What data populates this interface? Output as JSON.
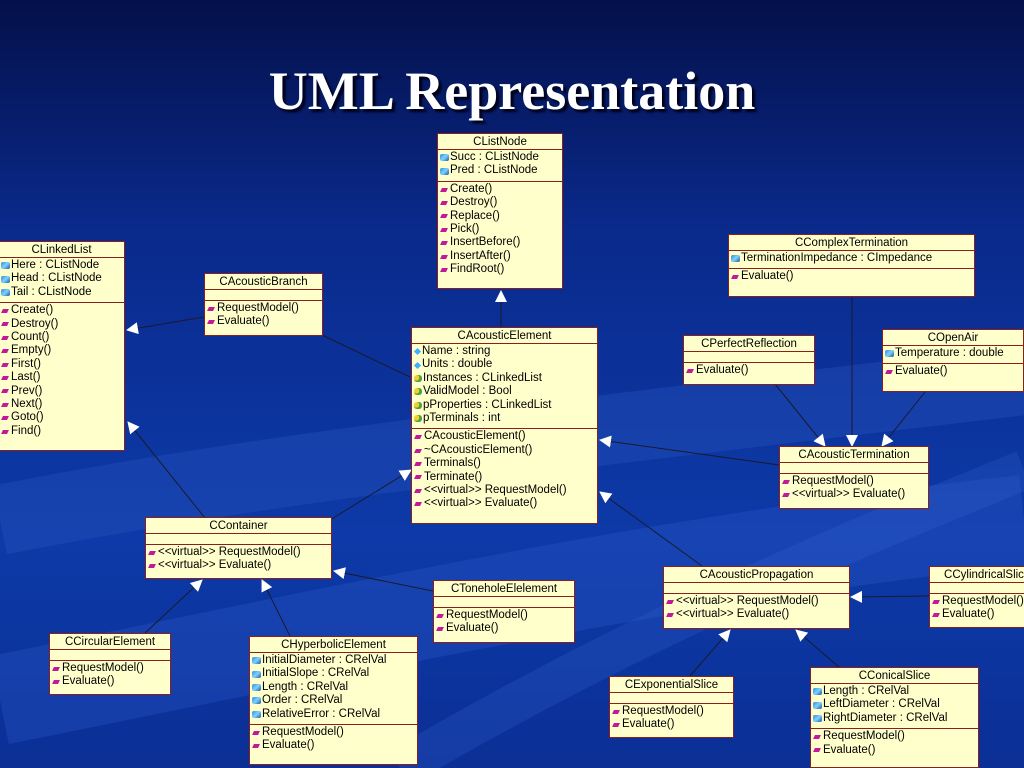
{
  "title": "UML Representation",
  "classes": {
    "clistnode": {
      "name": "CListNode",
      "attrs": [
        {
          "t": "Succ : CListNode",
          "i": "a"
        },
        {
          "t": "Pred : CListNode",
          "i": "a"
        }
      ],
      "methods": [
        "Create()",
        "Destroy()",
        "Replace()",
        "Pick()",
        "InsertBefore()",
        "InsertAfter()",
        "FindRoot()"
      ]
    },
    "clinkedlist": {
      "name": "CLinkedList",
      "attrs": [
        {
          "t": "Here : CListNode",
          "i": "a"
        },
        {
          "t": "Head : CListNode",
          "i": "a"
        },
        {
          "t": "Tail : CListNode",
          "i": "a"
        }
      ],
      "methods": [
        "Create()",
        "Destroy()",
        "Count()",
        "Empty()",
        "First()",
        "Last()",
        "Prev()",
        "Next()",
        "Goto()",
        "Find()"
      ]
    },
    "cacousticbranch": {
      "name": "CAcousticBranch",
      "attrs": [],
      "methods": [
        "RequestModel()",
        "Evaluate()"
      ]
    },
    "cacousticelement": {
      "name": "CAcousticElement",
      "attrs": [
        {
          "t": "Name : string",
          "i": "l"
        },
        {
          "t": "Units : double",
          "i": "l"
        },
        {
          "t": "Instances : CLinkedList",
          "i": "k"
        },
        {
          "t": "ValidModel : Bool",
          "i": "k"
        },
        {
          "t": "pProperties : CLinkedList",
          "i": "k"
        },
        {
          "t": "pTerminals : int",
          "i": "k"
        }
      ],
      "methods": [
        "CAcousticElement()",
        "~CAcousticElement()",
        "Terminals()",
        "Terminate()",
        "<<virtual>> RequestModel()",
        "<<virtual>> Evaluate()"
      ]
    },
    "ccomplextermination": {
      "name": "CComplexTermination",
      "attrs": [
        {
          "t": "TerminationImpedance : CImpedance",
          "i": "a"
        }
      ],
      "methods": [
        "Evaluate()"
      ]
    },
    "cperfectreflection": {
      "name": "CPerfectReflection",
      "attrs": [],
      "methods": [
        "Evaluate()"
      ]
    },
    "copenair": {
      "name": "COpenAir",
      "attrs": [
        {
          "t": "Temperature : double",
          "i": "a"
        }
      ],
      "methods": [
        "Evaluate()"
      ]
    },
    "cacoustictermination": {
      "name": "CAcousticTermination",
      "attrs": [],
      "methods": [
        "RequestModel()",
        "<<virtual>> Evaluate()"
      ]
    },
    "ccontainer": {
      "name": "CContainer",
      "attrs": [],
      "methods": [
        "<<virtual>> RequestModel()",
        "<<virtual>> Evaluate()"
      ]
    },
    "ctoneholeelement": {
      "name": "CToneholeElelement",
      "attrs": [],
      "methods": [
        "RequestModel()",
        "Evaluate()"
      ]
    },
    "cacousticpropagation": {
      "name": "CAcousticPropagation",
      "attrs": [],
      "methods": [
        "<<virtual>> RequestModel()",
        "<<virtual>> Evaluate()"
      ]
    },
    "ccylindricalslice": {
      "name": "CCylindricalSlic",
      "attrs": [],
      "methods": [
        "RequestModel()",
        "Evaluate()"
      ]
    },
    "ccircularelement": {
      "name": "CCircularElement",
      "attrs": [],
      "methods": [
        "RequestModel()",
        "Evaluate()"
      ]
    },
    "chyperbolicelement": {
      "name": "CHyperbolicElement",
      "attrs": [
        {
          "t": "InitialDiameter : CRelVal",
          "i": "a"
        },
        {
          "t": "InitialSlope : CRelVal",
          "i": "a"
        },
        {
          "t": "Length : CRelVal",
          "i": "a"
        },
        {
          "t": "Order : CRelVal",
          "i": "a"
        },
        {
          "t": "RelativeError : CRelVal",
          "i": "a"
        }
      ],
      "methods": [
        "RequestModel()",
        "Evaluate()"
      ]
    },
    "cexponentialslice": {
      "name": "CExponentialSlice",
      "attrs": [],
      "methods": [
        "RequestModel()",
        "Evaluate()"
      ]
    },
    "cconicalslice": {
      "name": "CConicalSlice",
      "attrs": [
        {
          "t": "Length : CRelVal",
          "i": "a"
        },
        {
          "t": "LeftDiameter : CRelVal",
          "i": "a"
        },
        {
          "t": "RightDiameter : CRelVal",
          "i": "a"
        }
      ],
      "methods": [
        "RequestModel()",
        "Evaluate()"
      ]
    }
  }
}
